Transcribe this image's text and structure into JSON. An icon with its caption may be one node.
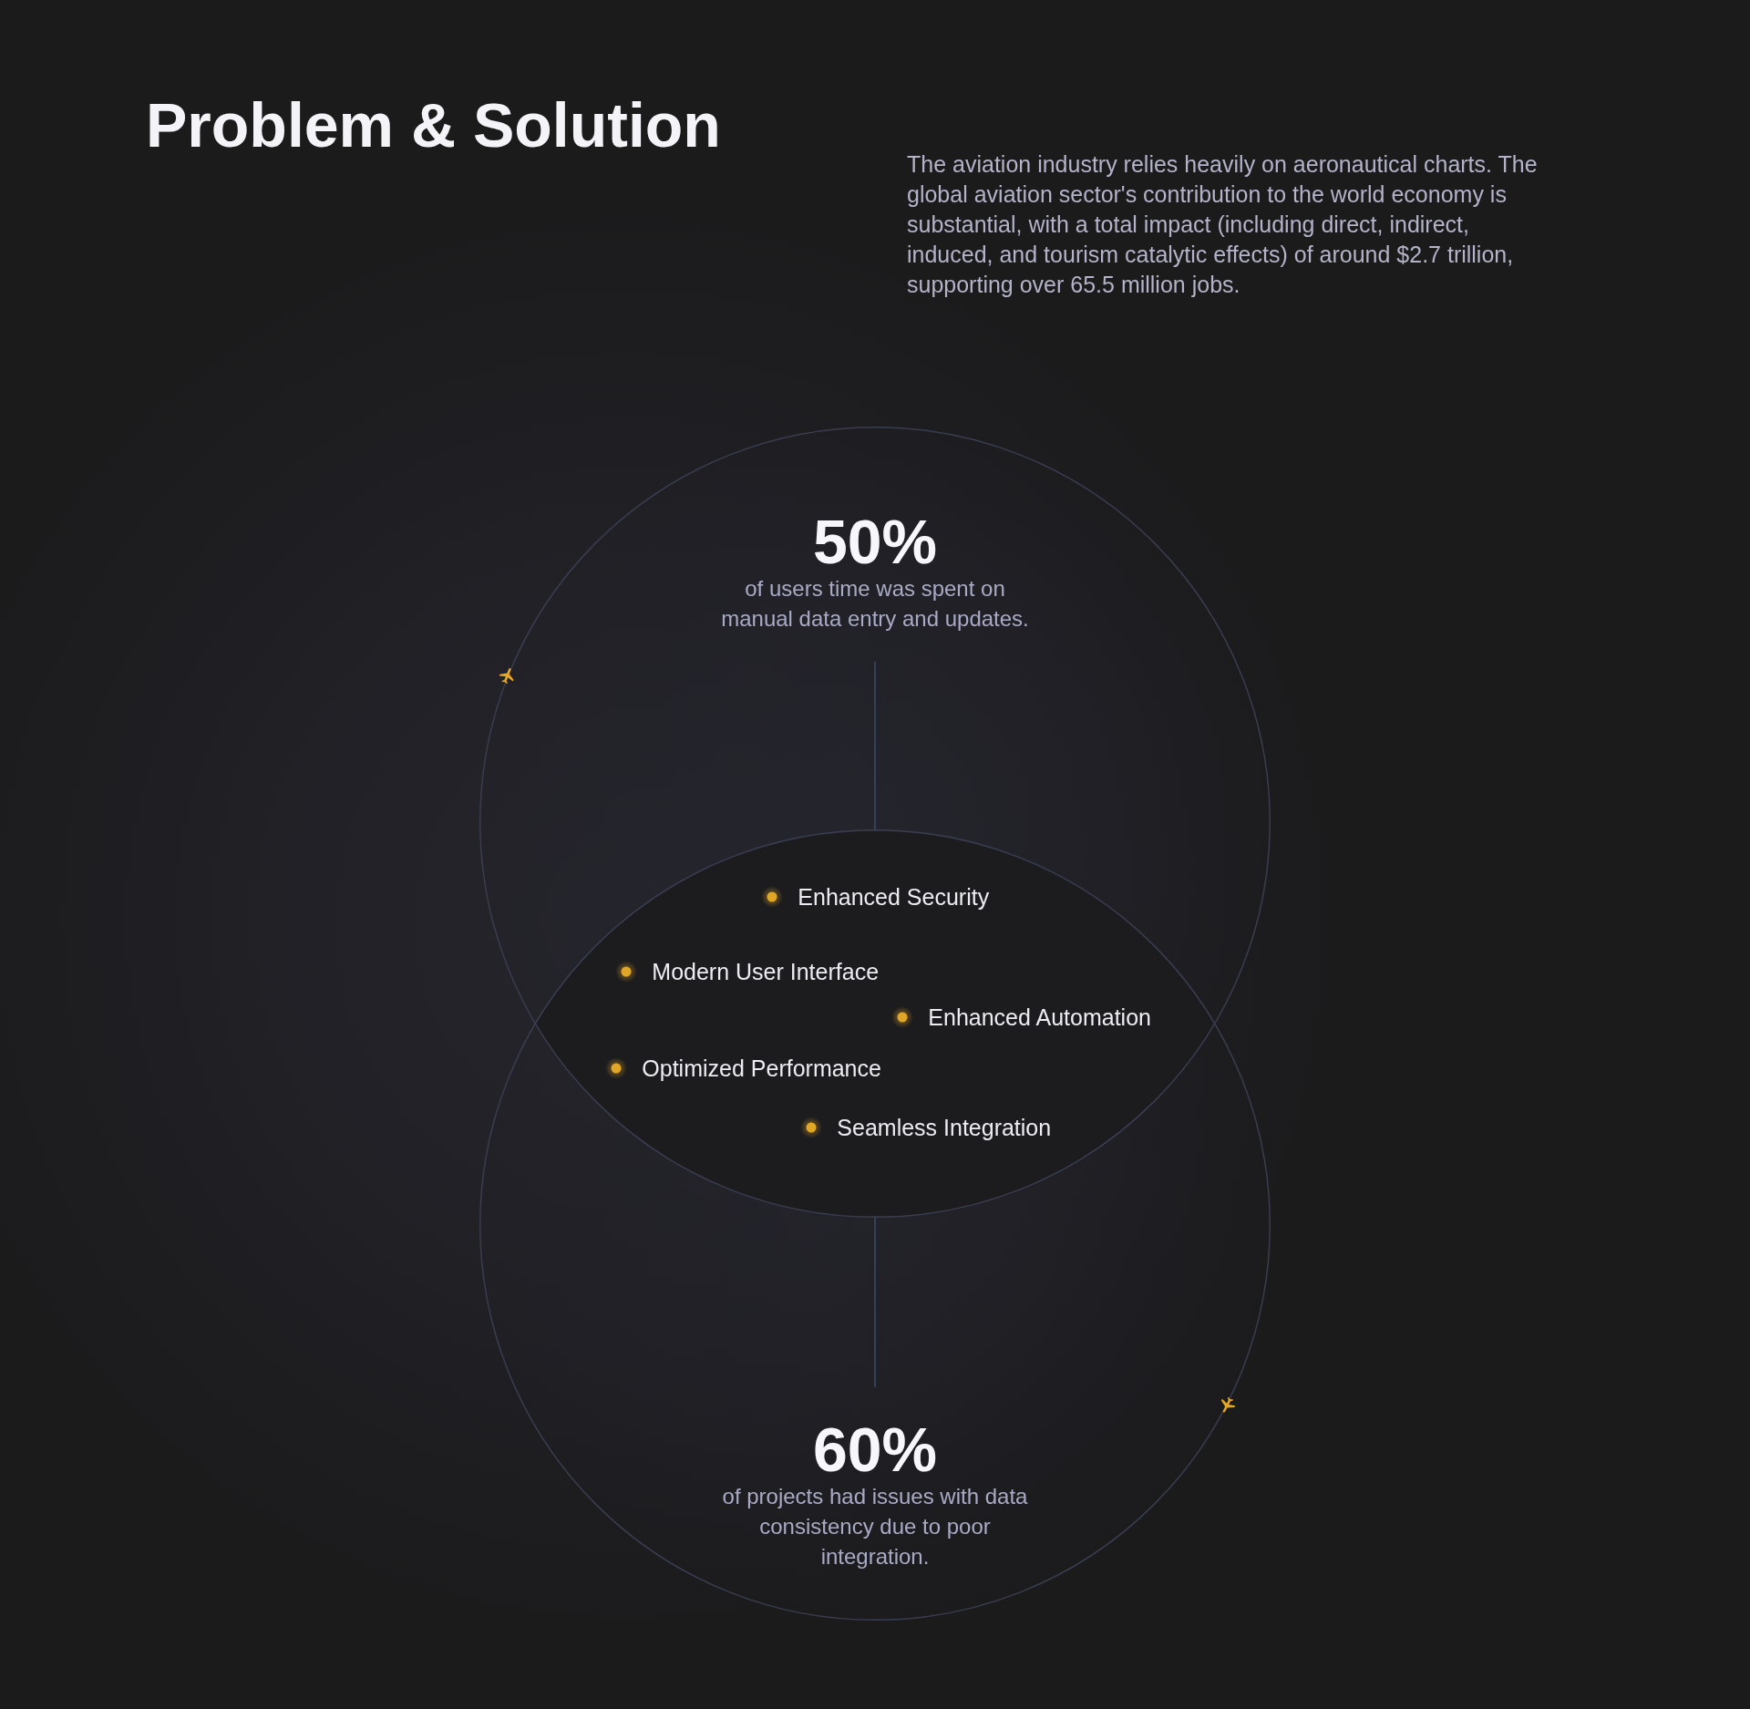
{
  "diagram": {
    "title": "Problem & Solution",
    "nodes": [
      {
        "text": [],
        "shape": "circle"
      },
      {
        "text": [
          "50%",
          "of users time was spent on manual data entry and updates."
        ],
        "in": 0
      },
      {
        "text": [
          "Enhanced Security",
          "Modern User Interface",
          "Enhanced Automation",
          "Optimized Performance",
          "Seamless Integration"
        ]
      },
      {
        "text": [],
        "shape": "circle"
      },
      {
        "text": [
          "60%",
          "of projects had issues with data consistency due to poor integration."
        ],
        "in": 3
      }
    ],
    "edges": [
      {
        "from": 1,
        "to": 2,
        "arrow": "none"
      },
      {
        "from": 2,
        "to": 4,
        "arrow": "none"
      }
    ],
    "labels": [
      "The aviation industry relies heavily on aeronautical charts. The global aviation sector's contribution to the world economy is substantial, with a total impact (including direct, indirect, induced, and tourism catalytic effects) of around $2.7 trillion, supporting over 65.5 million jobs."
    ]
  }
}
